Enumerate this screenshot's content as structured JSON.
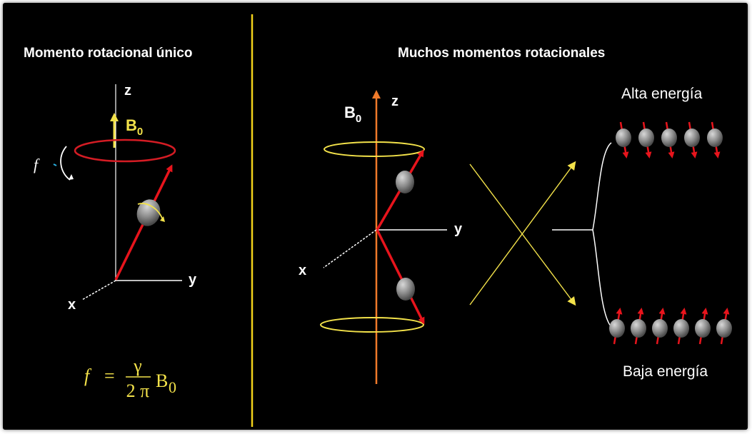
{
  "left_panel": {
    "title": "Momento rotacional único",
    "axis_z": "z",
    "axis_y": "y",
    "axis_x": "x",
    "field_label": "B",
    "field_subscript": "0",
    "freq_symbol": "f",
    "formula": {
      "lhs": "f",
      "equals": "=",
      "numerator": "γ",
      "denominator": "2 π",
      "field": "B",
      "field_subscript": "0"
    }
  },
  "right_panel": {
    "title": "Muchos momentos rotacionales",
    "axis_z": "z",
    "axis_y": "y",
    "axis_x": "x",
    "field_label": "B",
    "field_subscript": "0",
    "high_energy": "Alta energía",
    "low_energy": "Baja energía"
  },
  "colors": {
    "background": "#000000",
    "divider": "#f2d21b",
    "yellow": "#f3e24a",
    "red_arrow": "#e8141c",
    "orange_axis": "#f07a2a",
    "precession_ring": "#d41c24",
    "sphere": "#8c8c8c"
  }
}
